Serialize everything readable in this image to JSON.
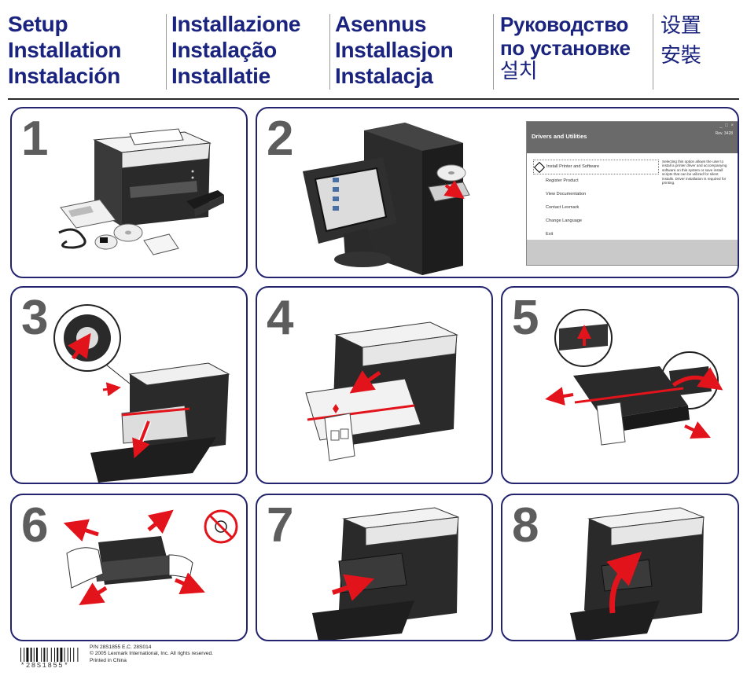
{
  "header": {
    "columns": [
      {
        "lines": [
          "Setup",
          "Installation",
          "Instalación"
        ]
      },
      {
        "lines": [
          "Installazione",
          "Instalação",
          "Installatie"
        ]
      },
      {
        "lines": [
          "Asennus",
          "Installasjon",
          "Instalacja"
        ]
      },
      {
        "lines": [
          "Руководство",
          "по установке",
          "설치"
        ]
      },
      {
        "lines": [
          "设置",
          "安裝"
        ]
      }
    ]
  },
  "steps": [
    "1",
    "2",
    "3",
    "4",
    "5",
    "6",
    "7",
    "8"
  ],
  "installer": {
    "title": "Drivers and Utilities",
    "window_buttons": "_ □ ×",
    "brand": "Rev. 3428",
    "menu": [
      "Install Printer and Software",
      "Register Product",
      "View Documentation",
      "Contact Lexmark",
      "Change Language",
      "Exit"
    ],
    "description": "Selecting this option allows the user to install a printer driver and accompanying software on this system or save install scripts that can be utilized for silent installs. Driver installation is required for printing."
  },
  "footer": {
    "barcode_text": "*28S1855*",
    "pn_line": "P/N  28S1855      E.C.  28S014",
    "copyright": "© 2005 Lexmark International, Inc. All rights reserved.",
    "printed": "Printed in China"
  },
  "colors": {
    "title_blue": "#1a237e",
    "panel_border": "#24246e",
    "arrow_red": "#e3131b",
    "step_gray": "#5d5d5d"
  }
}
